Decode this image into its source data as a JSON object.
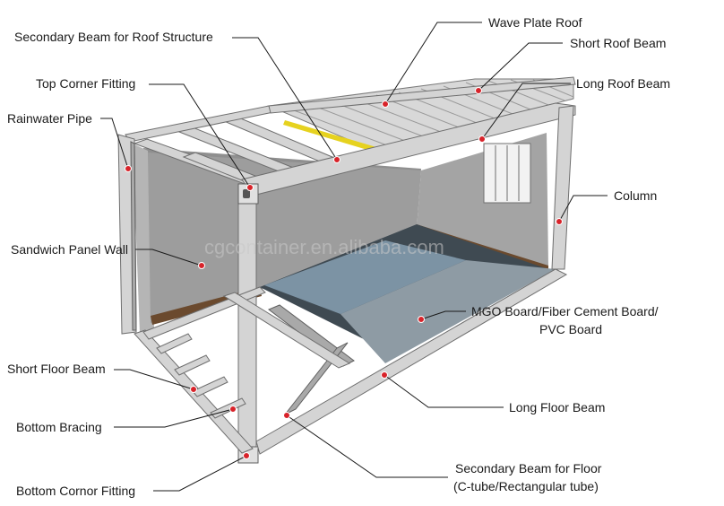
{
  "labels": {
    "wave_plate_roof": "Wave Plate Roof",
    "secondary_roof_beam": "Secondary Beam for Roof Structure",
    "short_roof_beam": "Short Roof Beam",
    "top_corner_fitting": "Top Corner Fitting",
    "long_roof_beam": "Long Roof Beam",
    "rainwater_pipe": "Rainwater Pipe",
    "column": "Column",
    "sandwich_panel_wall": "Sandwich Panel Wall",
    "floor_board_line1": "MGO Board/Fiber Cement Board/",
    "floor_board_line2": "PVC Board",
    "short_floor_beam": "Short Floor Beam",
    "long_floor_beam": "Long Floor Beam",
    "bottom_bracing": "Bottom Bracing",
    "secondary_floor_line1": "Secondary Beam for Floor",
    "secondary_floor_line2": "(C-tube/Rectangular tube)",
    "bottom_corner_fitting": "Bottom Cornor Fitting"
  },
  "watermark": "cgcontainer.en.alibaba.com",
  "colors": {
    "marker": "#d8232a",
    "steel": "#d4d4d4",
    "wall": "#9a9a9a",
    "floor": "#6f8596",
    "roof_stripe": "#e6d21f",
    "trim": "#6b4a2e"
  }
}
